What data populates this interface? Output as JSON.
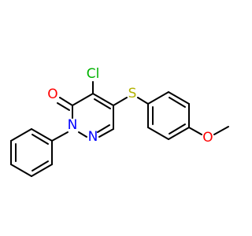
{
  "structure": {
    "atoms": {
      "cl": {
        "label": "Cl",
        "color": "#00b200"
      },
      "o_carbonyl": {
        "label": "O",
        "color": "#ff0000"
      },
      "n2": {
        "label": "N",
        "color": "#0000ff"
      },
      "n1": {
        "label": "N",
        "color": "#0000ff"
      },
      "s": {
        "label": "S",
        "color": "#b2b200"
      },
      "o_methoxy": {
        "label": "O",
        "color": "#ff0000"
      }
    },
    "bond_color": "#000000"
  }
}
